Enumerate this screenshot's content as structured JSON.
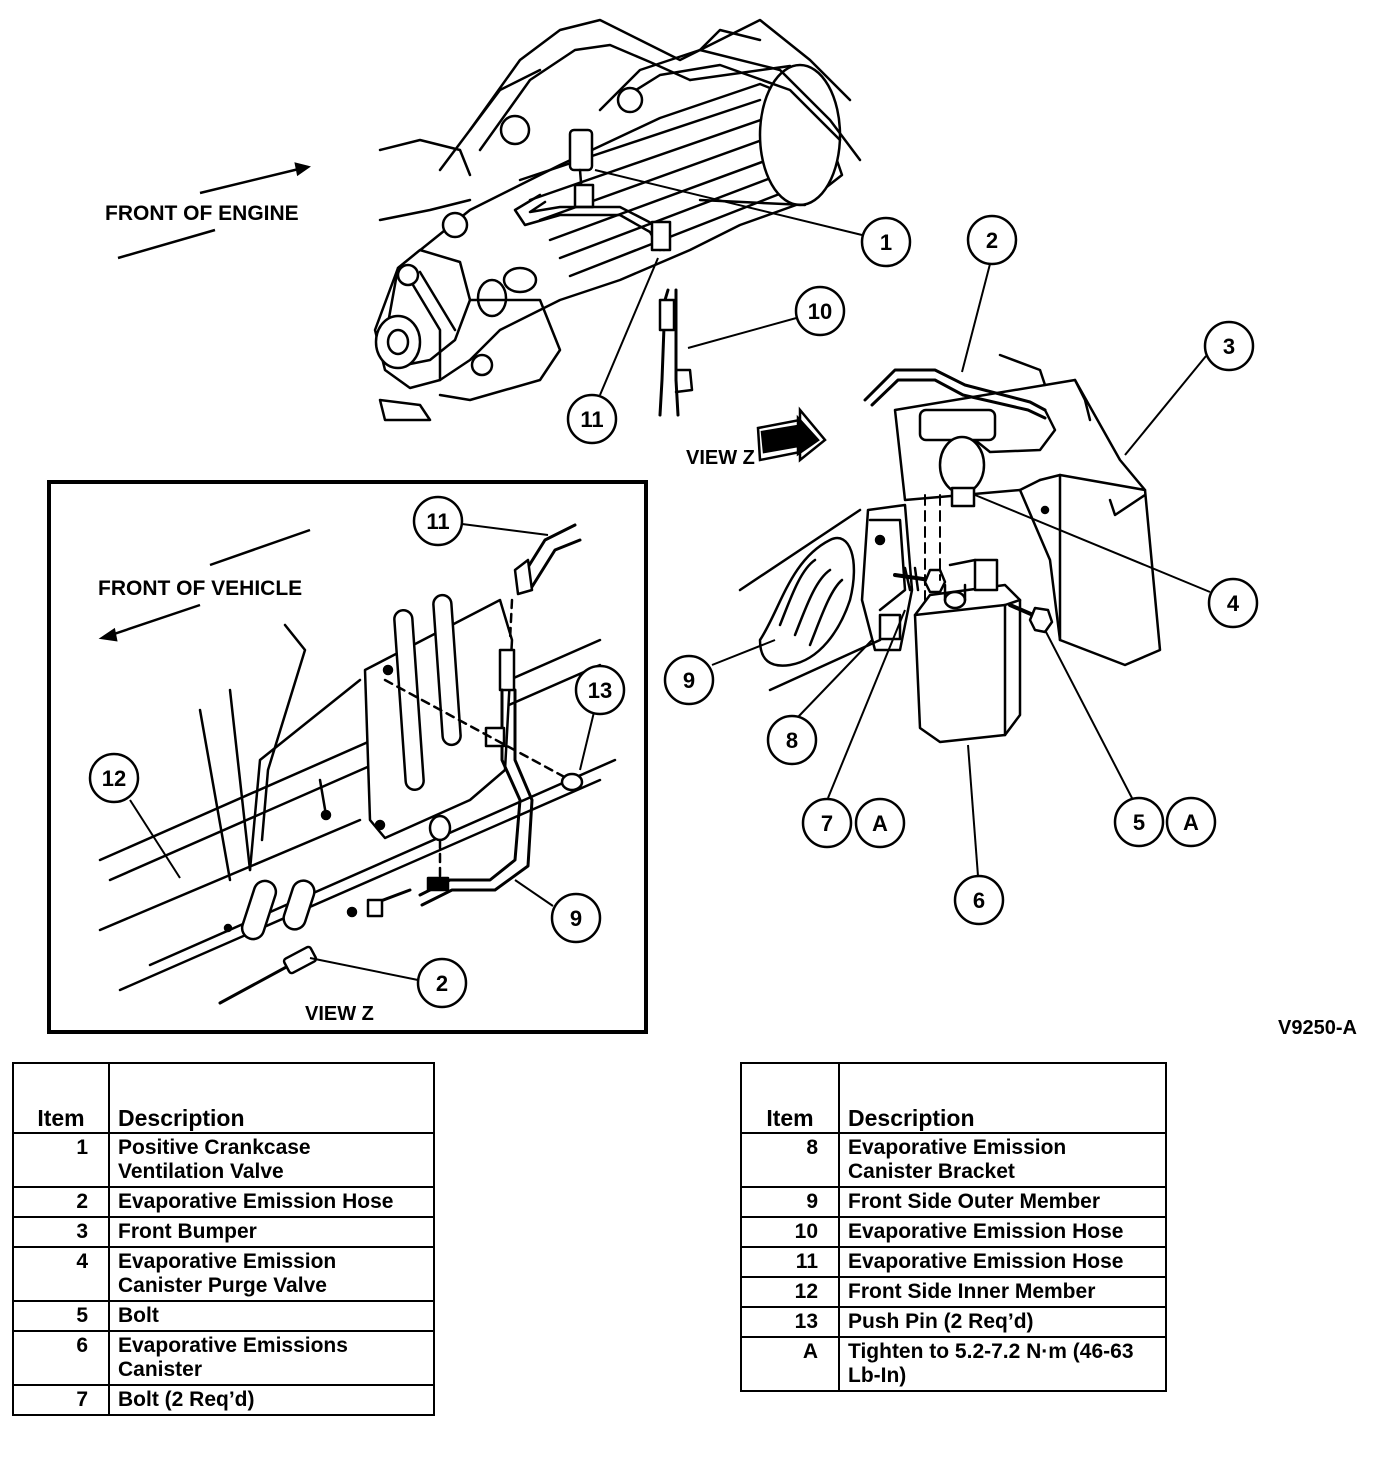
{
  "labels": {
    "front_of_engine": "FRONT OF ENGINE",
    "front_of_vehicle": "FRONT OF VEHICLE",
    "view_z_arrow": "VIEW Z",
    "view_z_inset": "VIEW Z",
    "figure_code": "V9250-A"
  },
  "callouts": {
    "c1": "1",
    "c2_top": "2",
    "c3": "3",
    "c4": "4",
    "c5": "5",
    "c5a": "A",
    "c6": "6",
    "c7": "7",
    "c7a": "A",
    "c8": "8",
    "c9_right": "9",
    "c10": "10",
    "c11_top": "11",
    "c11_inset": "11",
    "c12": "12",
    "c13": "13",
    "c9_inset": "9",
    "c2_inset": "2"
  },
  "legend": {
    "header_item": "Item",
    "header_description": "Description",
    "left_rows": [
      {
        "item": "1",
        "desc_lines": [
          "Positive Crankcase",
          "Ventilation Valve"
        ]
      },
      {
        "item": "2",
        "desc_lines": [
          "Evaporative Emission Hose"
        ]
      },
      {
        "item": "3",
        "desc_lines": [
          "Front Bumper"
        ]
      },
      {
        "item": "4",
        "desc_lines": [
          "Evaporative Emission",
          "Canister Purge Valve"
        ]
      },
      {
        "item": "5",
        "desc_lines": [
          "Bolt"
        ]
      },
      {
        "item": "6",
        "desc_lines": [
          "Evaporative Emissions",
          "Canister"
        ]
      },
      {
        "item": "7",
        "desc_lines": [
          "Bolt (2 Req’d)"
        ]
      }
    ],
    "right_rows": [
      {
        "item": "8",
        "desc_lines": [
          "Evaporative Emission",
          "Canister Bracket"
        ]
      },
      {
        "item": "9",
        "desc_lines": [
          "Front Side Outer Member"
        ]
      },
      {
        "item": "10",
        "desc_lines": [
          "Evaporative Emission Hose"
        ]
      },
      {
        "item": "11",
        "desc_lines": [
          "Evaporative Emission Hose"
        ]
      },
      {
        "item": "12",
        "desc_lines": [
          "Front Side Inner Member"
        ]
      },
      {
        "item": "13",
        "desc_lines": [
          "Push Pin (2 Req’d)"
        ]
      },
      {
        "item": "A",
        "desc_lines": [
          "Tighten to 5.2-7.2 N·m (46-63",
          "Lb-In)"
        ]
      }
    ]
  }
}
